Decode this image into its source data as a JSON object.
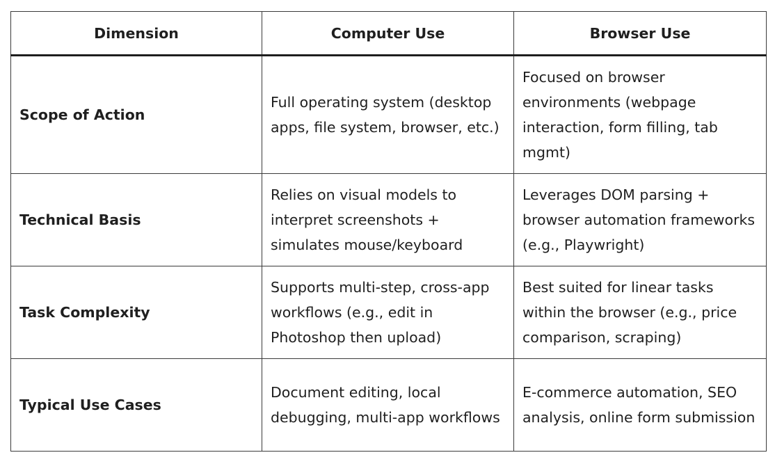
{
  "table": {
    "headers": [
      "Dimension",
      "Computer Use",
      "Browser Use"
    ],
    "rows": [
      {
        "dimension": "Scope of Action",
        "computer_use": "Full operating system (desktop apps, file system, browser, etc.)",
        "browser_use": "Focused on browser environments (webpage interaction, form filling, tab mgmt)"
      },
      {
        "dimension": "Technical Basis",
        "computer_use": "Relies on visual models to interpret screenshots + simulates mouse/keyboard",
        "browser_use": "Leverages DOM parsing + browser automation frameworks (e.g., Playwright)"
      },
      {
        "dimension": "Task Complexity",
        "computer_use": "Supports multi-step, cross-app workflows (e.g., edit in Photoshop then upload)",
        "browser_use": "Best suited for linear tasks within the browser (e.g., price comparison, scraping)"
      },
      {
        "dimension": "Typical Use Cases",
        "computer_use": "Document editing, local debugging, multi-app workflows",
        "browser_use": "E-commerce automation, SEO analysis, online form submission"
      }
    ]
  }
}
